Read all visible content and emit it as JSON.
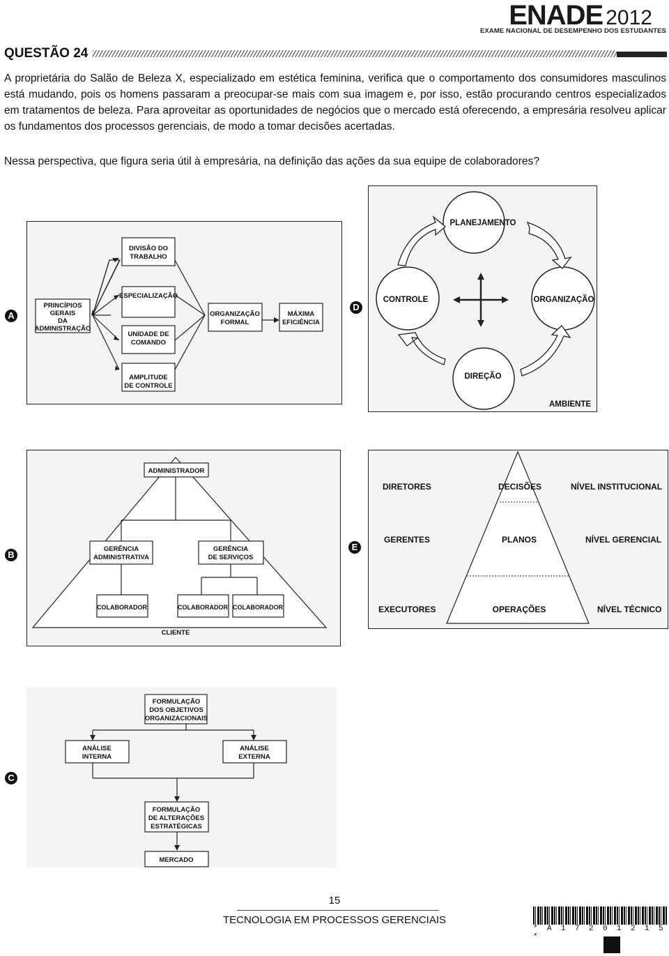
{
  "header": {
    "logo_main": "ENADE",
    "logo_year": "2012",
    "logo_sub": "EXAME NACIONAL DE DESEMPENHO DOS ESTUDANTES"
  },
  "question": {
    "title": "QUESTÃO 24",
    "paragraph1": "A proprietária do Salão de Beleza X, especializado em estética feminina, verifica que o comportamento dos consumidores masculinos está mudando, pois os homens passaram a preocupar-se mais com sua imagem e, por isso, estão procurando centros especializados em tratamentos de beleza. Para aproveitar as oportunidades de negócios que o mercado está oferecendo, a empresária resolveu aplicar os fundamentos dos processos gerenciais, de modo a tomar decisões acertadas.",
    "paragraph2": "Nessa perspectiva, que figura seria útil à empresária, na definição das ações da sua equipe de colaboradores?"
  },
  "options": {
    "A": {
      "label": "A",
      "principles": [
        "PRINCÍPIOS",
        "GERAIS",
        "DA",
        "ADMINISTRAÇÃO"
      ],
      "division": [
        "DIVISÃO DO",
        "TRABALHO"
      ],
      "specialization": "ESPECIALIZAÇÃO",
      "unity": [
        "UNIDADE DE",
        "COMANDO"
      ],
      "span": [
        "AMPLITUDE",
        "DE CONTROLE"
      ],
      "formal": [
        "ORGANIZAÇÃO",
        "FORMAL"
      ],
      "efficiency": [
        "MÁXIMA",
        "EFICIÊNCIA"
      ]
    },
    "D": {
      "label": "D",
      "planning": "PLANEJAMENTO",
      "control": "CONTROLE",
      "organization": "ORGANIZAÇÃO",
      "direction": "DIREÇÃO",
      "environment": "AMBIENTE"
    },
    "B": {
      "label": "B",
      "administrator": "ADMINISTRADOR",
      "admin_mgmt": [
        "GERÊNCIA",
        "ADMINISTRATIVA"
      ],
      "service_mgmt": [
        "GERÊNCIA",
        "DE SERVIÇOS"
      ],
      "collaborator": "COLABORADOR",
      "client": "CLIENTE"
    },
    "E": {
      "label": "E",
      "rows": [
        {
          "left": "DIRETORES",
          "center": "DECISÕES",
          "right": "NÍVEL INSTITUCIONAL"
        },
        {
          "left": "GERENTES",
          "center": "PLANOS",
          "right": "NÍVEL GERENCIAL"
        },
        {
          "left": "EXECUTORES",
          "center": "OPERAÇÕES",
          "right": "NÍVEL TÉCNICO"
        }
      ]
    },
    "C": {
      "label": "C",
      "objectives": [
        "FORMULAÇÃO",
        "DOS OBJETIVOS",
        "ORGANIZACIONAIS"
      ],
      "internal": [
        "ANÁLISE",
        "INTERNA"
      ],
      "external": [
        "ANÁLISE",
        "EXTERNA"
      ],
      "strategic": [
        "FORMULAÇÃO",
        "DE ALTERAÇÕES",
        "ESTRATÉGICAS"
      ],
      "market": "MERCADO"
    }
  },
  "footer": {
    "page": "15",
    "course": "TECNOLOGIA EM PROCESSOS GERENCIAIS",
    "barcode_text": "* A 1 7 2 0 1 2 1 5 *"
  }
}
